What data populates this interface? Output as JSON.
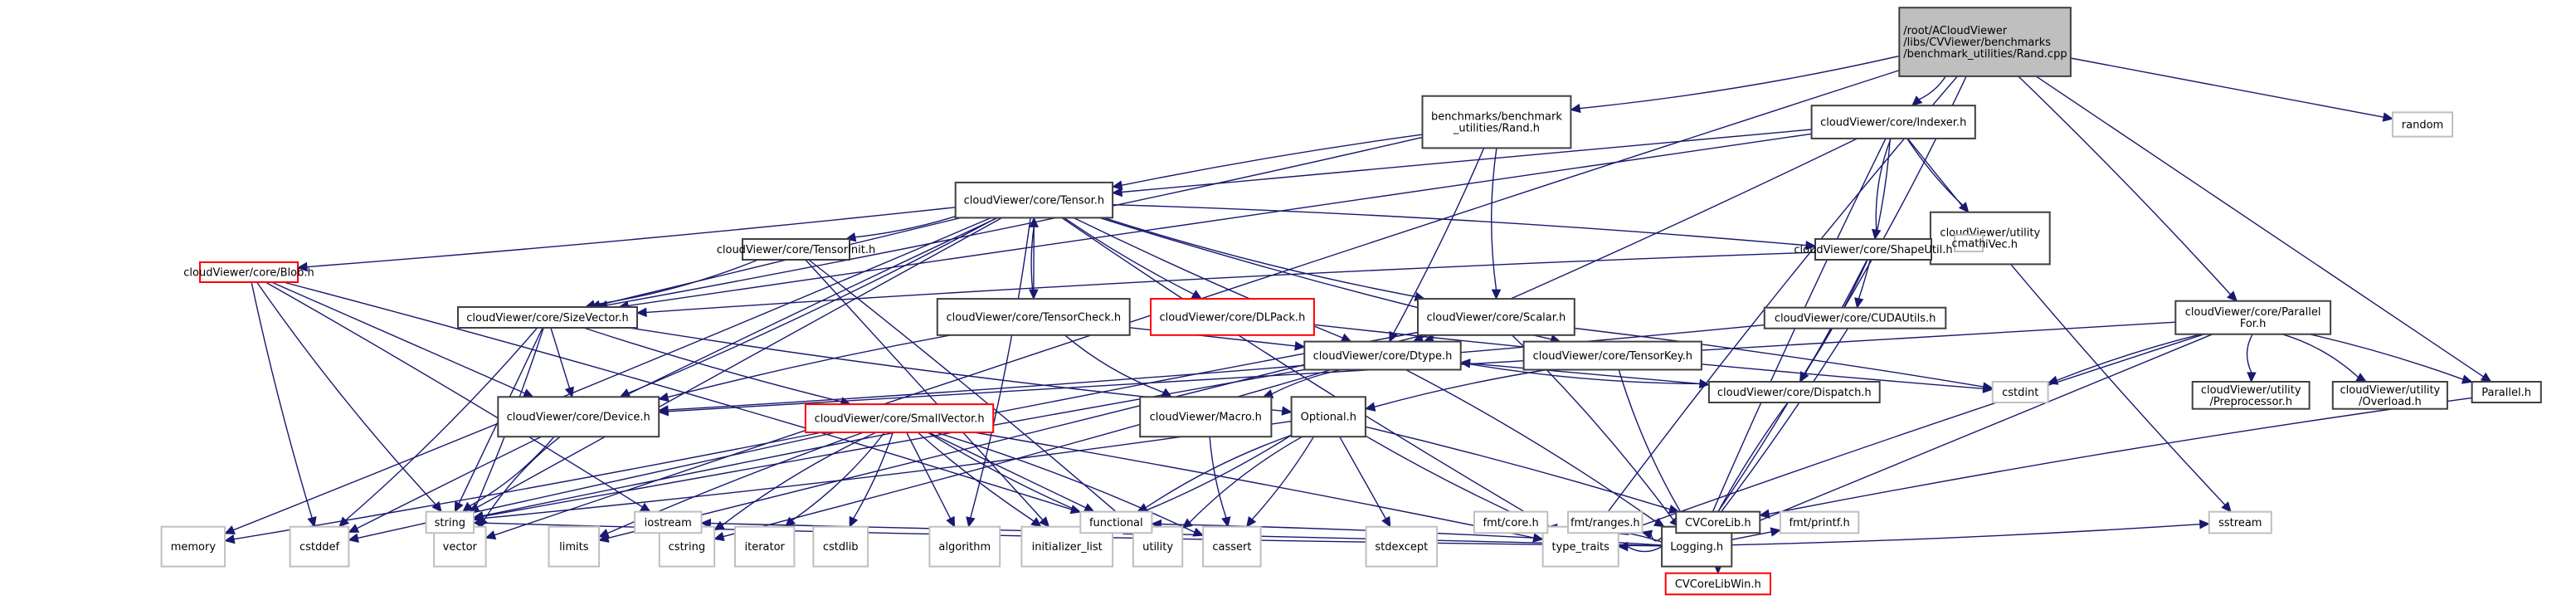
{
  "diagram": {
    "type": "include-dependency-graph",
    "title": "/root/ACloudViewer/libs/CVViewer/benchmarks/benchmark_utilities/Rand.cpp",
    "colors": {
      "edge": "#191970",
      "root_fill": "#bfbfbf",
      "local_border": "#404040",
      "std_border": "#bfbfbf",
      "missing_border": "#ff0000"
    },
    "nodes": [
      {
        "id": "root",
        "kind": "root",
        "lines": [
          "/root/ACloudViewer",
          "/libs/CVViewer/benchmarks",
          "/benchmark_utilities/Rand.cpp"
        ]
      },
      {
        "id": "randh",
        "kind": "local",
        "lines": [
          "benchmarks/benchmark",
          "_utilities/Rand.h"
        ]
      },
      {
        "id": "indexer",
        "kind": "local",
        "lines": [
          "cloudViewer/core/Indexer.h"
        ]
      },
      {
        "id": "random",
        "kind": "std",
        "lines": [
          "random"
        ]
      },
      {
        "id": "tensor",
        "kind": "local",
        "lines": [
          "cloudViewer/core/Tensor.h"
        ]
      },
      {
        "id": "minivec",
        "kind": "local",
        "lines": [
          "cloudViewer/utility",
          "/MiniVec.h"
        ]
      },
      {
        "id": "cmath",
        "kind": "std",
        "lines": [
          "cmath"
        ]
      },
      {
        "id": "tensorinit",
        "kind": "local",
        "lines": [
          "cloudViewer/core/TensorInit.h"
        ]
      },
      {
        "id": "tensorcheck",
        "kind": "local",
        "lines": [
          "cloudViewer/core/TensorCheck.h"
        ]
      },
      {
        "id": "dlpack",
        "kind": "missing",
        "lines": [
          "cloudViewer/core/DLPack.h"
        ]
      },
      {
        "id": "scalar",
        "kind": "local",
        "lines": [
          "cloudViewer/core/Scalar.h"
        ]
      },
      {
        "id": "shapeutil",
        "kind": "local",
        "lines": [
          "cloudViewer/core/ShapeUtil.h"
        ]
      },
      {
        "id": "blob",
        "kind": "missing",
        "lines": [
          "cloudViewer/core/Blob.h"
        ]
      },
      {
        "id": "sizevector",
        "kind": "local",
        "lines": [
          "cloudViewer/core/SizeVector.h"
        ]
      },
      {
        "id": "dtype",
        "kind": "local",
        "lines": [
          "cloudViewer/core/Dtype.h"
        ]
      },
      {
        "id": "tensorkey",
        "kind": "local",
        "lines": [
          "cloudViewer/core/TensorKey.h"
        ]
      },
      {
        "id": "cudautils",
        "kind": "local",
        "lines": [
          "cloudViewer/core/CUDAUtils.h"
        ]
      },
      {
        "id": "parallelfor",
        "kind": "local",
        "lines": [
          "cloudViewer/core/Parallel",
          "For.h"
        ]
      },
      {
        "id": "device",
        "kind": "local",
        "lines": [
          "cloudViewer/core/Device.h"
        ]
      },
      {
        "id": "smallvector",
        "kind": "missing",
        "lines": [
          "cloudViewer/core/SmallVector.h"
        ]
      },
      {
        "id": "macro",
        "kind": "local",
        "lines": [
          "cloudViewer/Macro.h"
        ]
      },
      {
        "id": "optional",
        "kind": "local",
        "lines": [
          "Optional.h"
        ]
      },
      {
        "id": "dispatch",
        "kind": "local",
        "lines": [
          "cloudViewer/core/Dispatch.h"
        ]
      },
      {
        "id": "cstdint",
        "kind": "std",
        "lines": [
          "cstdint"
        ]
      },
      {
        "id": "preprocessor",
        "kind": "local",
        "lines": [
          "cloudViewer/utility",
          "/Preprocessor.h"
        ]
      },
      {
        "id": "overload",
        "kind": "local",
        "lines": [
          "cloudViewer/utility",
          "/Overload.h"
        ]
      },
      {
        "id": "parallel",
        "kind": "local",
        "lines": [
          "Parallel.h"
        ]
      },
      {
        "id": "memory",
        "kind": "std",
        "lines": [
          "memory"
        ]
      },
      {
        "id": "cstddef",
        "kind": "std",
        "lines": [
          "cstddef"
        ]
      },
      {
        "id": "vector",
        "kind": "std",
        "lines": [
          "vector"
        ]
      },
      {
        "id": "limits",
        "kind": "std",
        "lines": [
          "limits"
        ]
      },
      {
        "id": "cstring",
        "kind": "std",
        "lines": [
          "cstring"
        ]
      },
      {
        "id": "iterator",
        "kind": "std",
        "lines": [
          "iterator"
        ]
      },
      {
        "id": "cstdlib",
        "kind": "std",
        "lines": [
          "cstdlib"
        ]
      },
      {
        "id": "algorithm",
        "kind": "std",
        "lines": [
          "algorithm"
        ]
      },
      {
        "id": "initlist",
        "kind": "std",
        "lines": [
          "initializer_list"
        ]
      },
      {
        "id": "utility",
        "kind": "std",
        "lines": [
          "utility"
        ]
      },
      {
        "id": "cassert",
        "kind": "std",
        "lines": [
          "cassert"
        ]
      },
      {
        "id": "stdexcept",
        "kind": "std",
        "lines": [
          "stdexcept"
        ]
      },
      {
        "id": "typetraits",
        "kind": "std",
        "lines": [
          "type_traits"
        ]
      },
      {
        "id": "logging",
        "kind": "local",
        "lines": [
          "Logging.h"
        ]
      },
      {
        "id": "string",
        "kind": "std",
        "lines": [
          "string"
        ]
      },
      {
        "id": "iostream",
        "kind": "std",
        "lines": [
          "iostream"
        ]
      },
      {
        "id": "functional",
        "kind": "std",
        "lines": [
          "functional"
        ]
      },
      {
        "id": "fmtcore",
        "kind": "std",
        "lines": [
          "fmt/core.h"
        ]
      },
      {
        "id": "fmtranges",
        "kind": "std",
        "lines": [
          "fmt/ranges.h"
        ]
      },
      {
        "id": "cvcorelib",
        "kind": "local",
        "lines": [
          "CVCoreLib.h"
        ]
      },
      {
        "id": "fmtprintf",
        "kind": "std",
        "lines": [
          "fmt/printf.h"
        ]
      },
      {
        "id": "sstream",
        "kind": "std",
        "lines": [
          "sstream"
        ]
      },
      {
        "id": "cvcorelibwin",
        "kind": "missing",
        "lines": [
          "CVCoreLibWin.h"
        ]
      }
    ],
    "edges": [
      [
        "root",
        "randh"
      ],
      [
        "root",
        "indexer"
      ],
      [
        "root",
        "random"
      ],
      [
        "root",
        "vector"
      ],
      [
        "root",
        "typetraits"
      ],
      [
        "root",
        "dispatch"
      ],
      [
        "root",
        "parallelfor"
      ],
      [
        "root",
        "parallel"
      ],
      [
        "randh",
        "tensor"
      ],
      [
        "randh",
        "scalar"
      ],
      [
        "randh",
        "sizevector"
      ],
      [
        "randh",
        "dtype"
      ],
      [
        "indexer",
        "tensor"
      ],
      [
        "indexer",
        "minivec"
      ],
      [
        "indexer",
        "shapeutil"
      ],
      [
        "indexer",
        "cudautils"
      ],
      [
        "indexer",
        "dtype"
      ],
      [
        "indexer",
        "sizevector"
      ],
      [
        "indexer",
        "logging"
      ],
      [
        "indexer",
        "sstream"
      ],
      [
        "minivec",
        "cmath"
      ],
      [
        "tensor",
        "tensorinit"
      ],
      [
        "tensor",
        "tensorcheck"
      ],
      [
        "tensor",
        "dlpack"
      ],
      [
        "tensor",
        "scalar"
      ],
      [
        "tensor",
        "shapeutil"
      ],
      [
        "tensor",
        "blob"
      ],
      [
        "tensor",
        "sizevector"
      ],
      [
        "tensor",
        "dtype"
      ],
      [
        "tensor",
        "tensorkey"
      ],
      [
        "tensor",
        "device"
      ],
      [
        "tensor",
        "memory"
      ],
      [
        "tensor",
        "string"
      ],
      [
        "tensor",
        "cstddef"
      ],
      [
        "tensor",
        "typetraits"
      ],
      [
        "tensor",
        "algorithm"
      ],
      [
        "tensorcheck",
        "tensor"
      ],
      [
        "tensorcheck",
        "dtype"
      ],
      [
        "tensorcheck",
        "device"
      ],
      [
        "tensorcheck",
        "macro"
      ],
      [
        "tensorinit",
        "sizevector"
      ],
      [
        "tensorinit",
        "utility"
      ],
      [
        "tensorinit",
        "initlist"
      ],
      [
        "dlpack",
        "cstdint"
      ],
      [
        "scalar",
        "dtype"
      ],
      [
        "scalar",
        "logging"
      ],
      [
        "scalar",
        "cstdint"
      ],
      [
        "scalar",
        "limits"
      ],
      [
        "scalar",
        "string"
      ],
      [
        "shapeutil",
        "sizevector"
      ],
      [
        "shapeutil",
        "logging"
      ],
      [
        "shapeutil",
        "dispatch"
      ],
      [
        "blob",
        "device"
      ],
      [
        "blob",
        "cstddef"
      ],
      [
        "blob",
        "string"
      ],
      [
        "blob",
        "functional"
      ],
      [
        "blob",
        "iostream"
      ],
      [
        "sizevector",
        "device"
      ],
      [
        "sizevector",
        "smallvector"
      ],
      [
        "sizevector",
        "optional"
      ],
      [
        "sizevector",
        "cstddef"
      ],
      [
        "sizevector",
        "vector"
      ],
      [
        "sizevector",
        "string"
      ],
      [
        "dtype",
        "macro"
      ],
      [
        "dtype",
        "dispatch"
      ],
      [
        "dtype",
        "logging"
      ],
      [
        "dtype",
        "cstring"
      ],
      [
        "dtype",
        "string"
      ],
      [
        "tensorkey",
        "optional"
      ],
      [
        "tensorkey",
        "logging"
      ],
      [
        "cudautils",
        "device"
      ],
      [
        "cudautils",
        "logging"
      ],
      [
        "parallelfor",
        "device"
      ],
      [
        "parallelfor",
        "cstdint"
      ],
      [
        "parallelfor",
        "preprocessor"
      ],
      [
        "parallelfor",
        "overload"
      ],
      [
        "parallelfor",
        "parallel"
      ],
      [
        "parallelfor",
        "logging"
      ],
      [
        "parallelfor",
        "typetraits"
      ],
      [
        "device",
        "vector"
      ],
      [
        "device",
        "string"
      ],
      [
        "smallvector",
        "memory"
      ],
      [
        "smallvector",
        "cstddef"
      ],
      [
        "smallvector",
        "limits"
      ],
      [
        "smallvector",
        "cstring"
      ],
      [
        "smallvector",
        "iterator"
      ],
      [
        "smallvector",
        "cstdlib"
      ],
      [
        "smallvector",
        "algorithm"
      ],
      [
        "smallvector",
        "initlist"
      ],
      [
        "smallvector",
        "utility"
      ],
      [
        "smallvector",
        "cassert"
      ],
      [
        "smallvector",
        "typetraits"
      ],
      [
        "smallvector",
        "functional"
      ],
      [
        "macro",
        "cassert"
      ],
      [
        "optional",
        "utility"
      ],
      [
        "optional",
        "initlist"
      ],
      [
        "optional",
        "cassert"
      ],
      [
        "optional",
        "stdexcept"
      ],
      [
        "optional",
        "typetraits"
      ],
      [
        "optional",
        "functional"
      ],
      [
        "optional",
        "string"
      ],
      [
        "optional",
        "cvcorelib"
      ],
      [
        "dispatch",
        "dtype"
      ],
      [
        "dispatch",
        "logging"
      ],
      [
        "parallel",
        "cvcorelib"
      ],
      [
        "logging",
        "typetraits"
      ],
      [
        "logging",
        "string"
      ],
      [
        "logging",
        "iostream"
      ],
      [
        "logging",
        "functional"
      ],
      [
        "logging",
        "fmtcore"
      ],
      [
        "logging",
        "fmtranges"
      ],
      [
        "logging",
        "cvcorelib"
      ],
      [
        "logging",
        "fmtprintf"
      ],
      [
        "logging",
        "sstream"
      ],
      [
        "cvcorelib",
        "cvcorelibwin"
      ]
    ]
  }
}
